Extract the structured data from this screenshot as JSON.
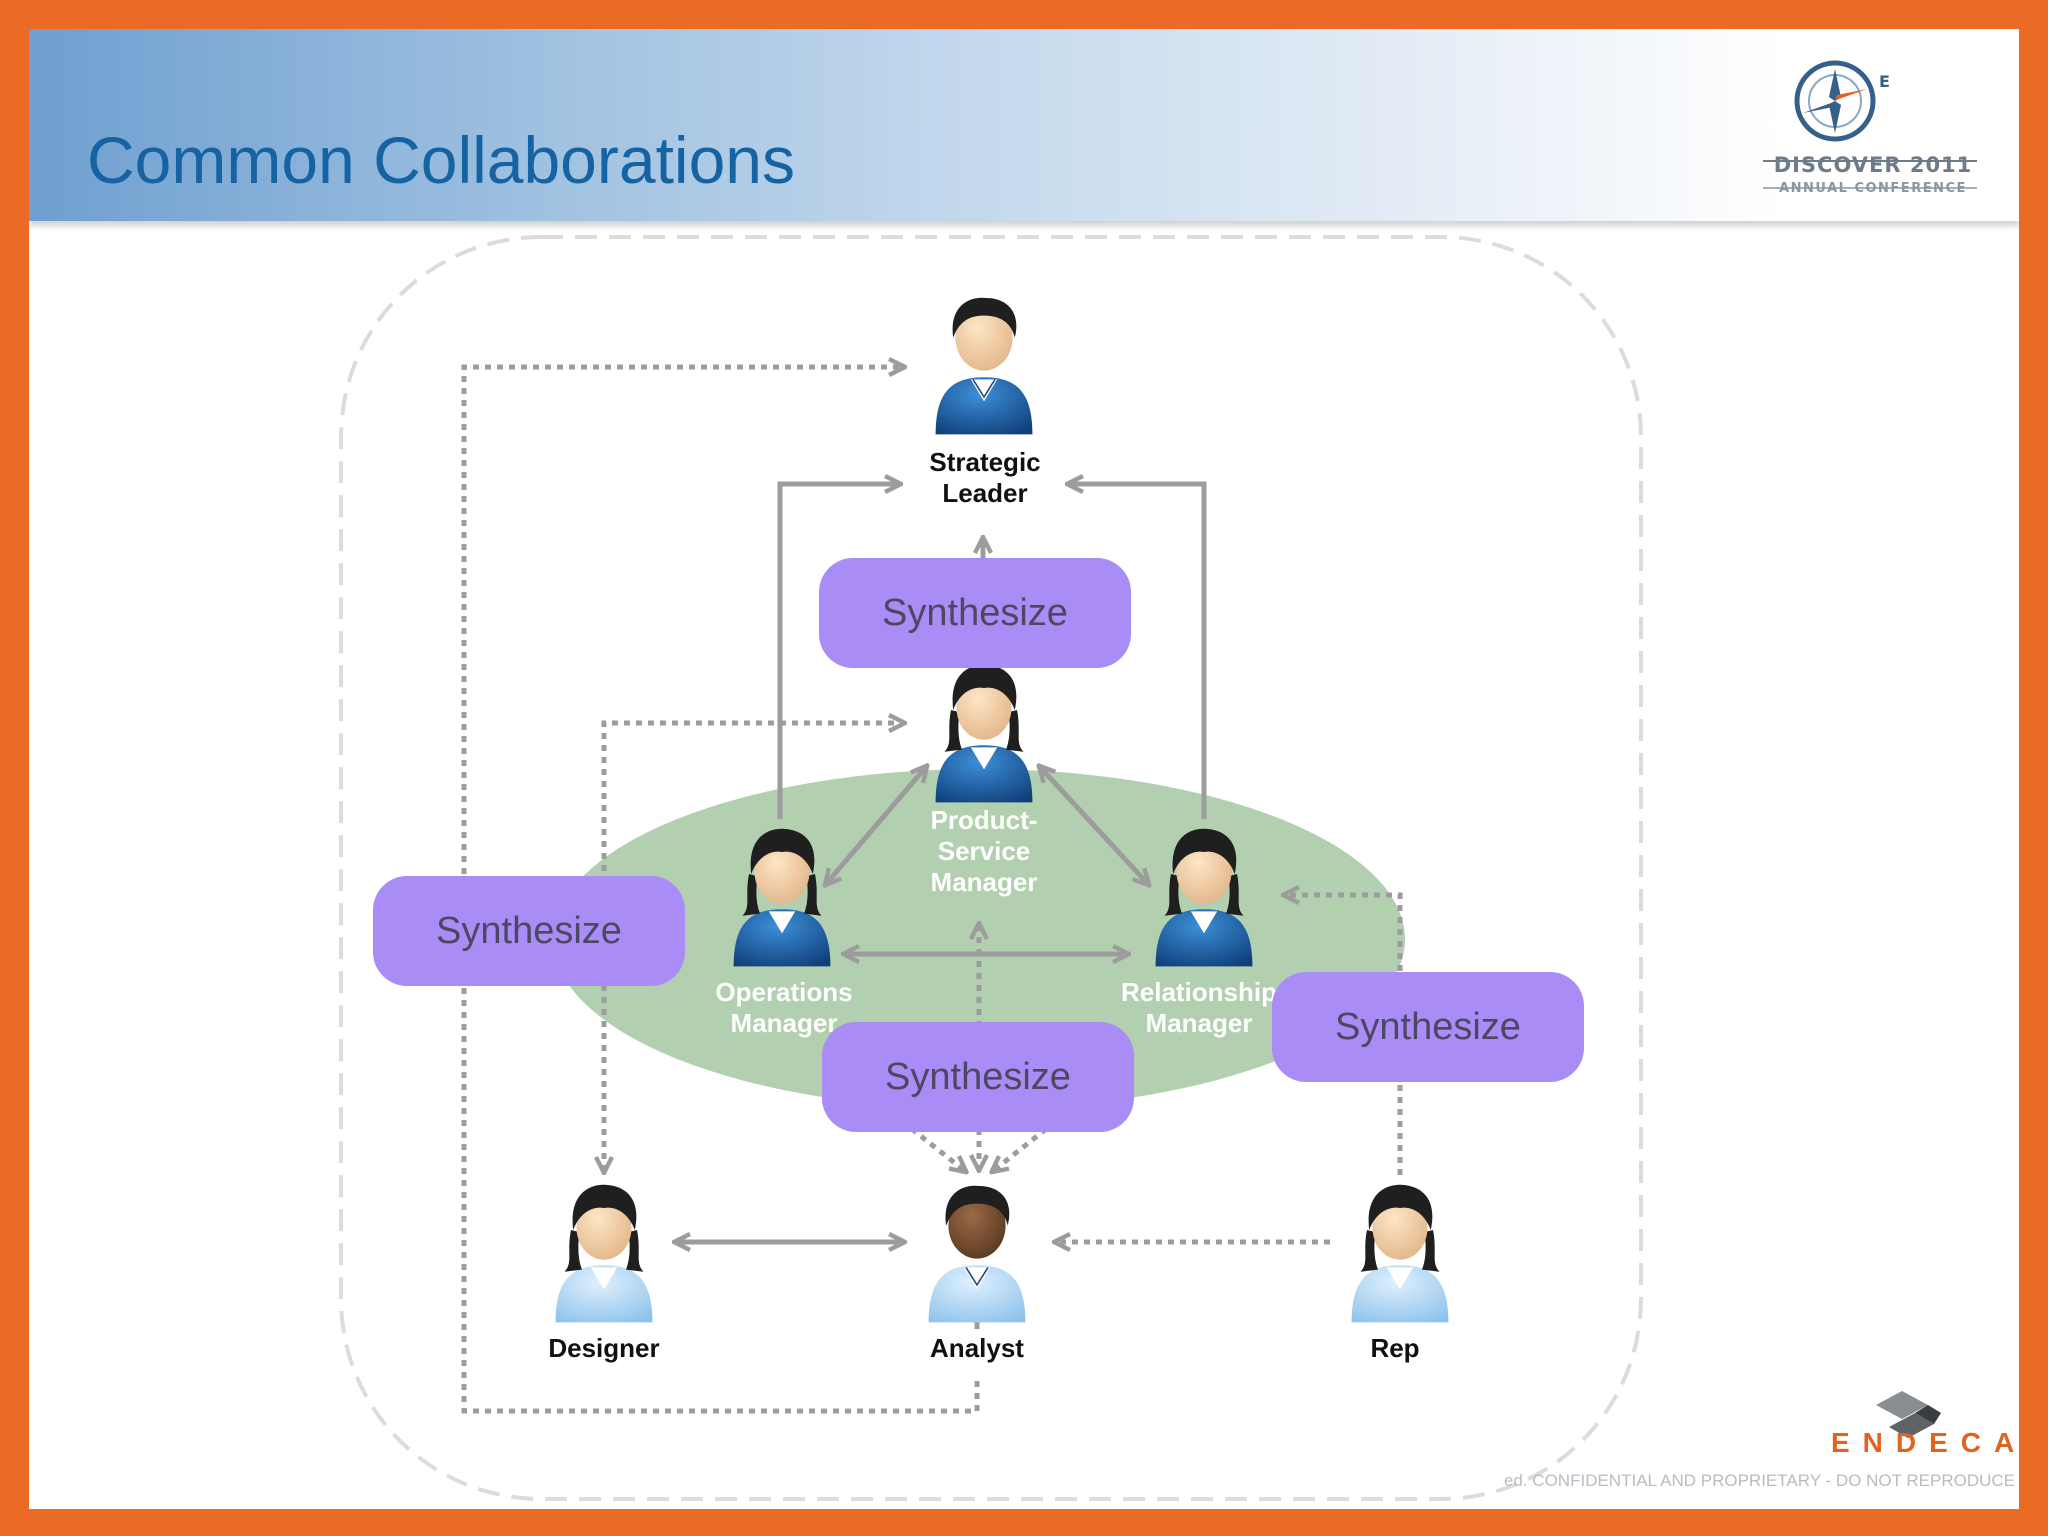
{
  "slide": {
    "title": "Common Collaborations"
  },
  "conference": {
    "name": "DISCOVER 2011",
    "subtitle": "ANNUAL CONFERENCE"
  },
  "roles": {
    "strategic_leader": "Strategic\nLeader",
    "product_service_manager": "Product-\nService\nManager",
    "operations_manager": "Operations\nManager",
    "relationship_manager": "Relationship\nManager",
    "designer": "Designer",
    "analyst": "Analyst",
    "rep": "Rep"
  },
  "synthesize_boxes": {
    "top": "Synthesize",
    "left": "Synthesize",
    "center": "Synthesize",
    "right": "Synthesize"
  },
  "colors": {
    "frame": "#ea6a26",
    "title": "#1563a3",
    "synthesize_fill": "#a98cf5",
    "team_ellipse": "#b2d0b0",
    "arrows": "#9c9c9c",
    "dark_figure": "#1a5ea5",
    "light_figure": "#a8d2f2"
  },
  "brand": {
    "logo_text": "ENDECA",
    "registered_mark": "®"
  },
  "footer": {
    "text": "ed.  CONFIDENTIAL AND PROPRIETARY - DO NOT REPRODUCE"
  },
  "icons": [
    "compass-logo-icon",
    "person-icon",
    "endeca-logo-icon"
  ]
}
